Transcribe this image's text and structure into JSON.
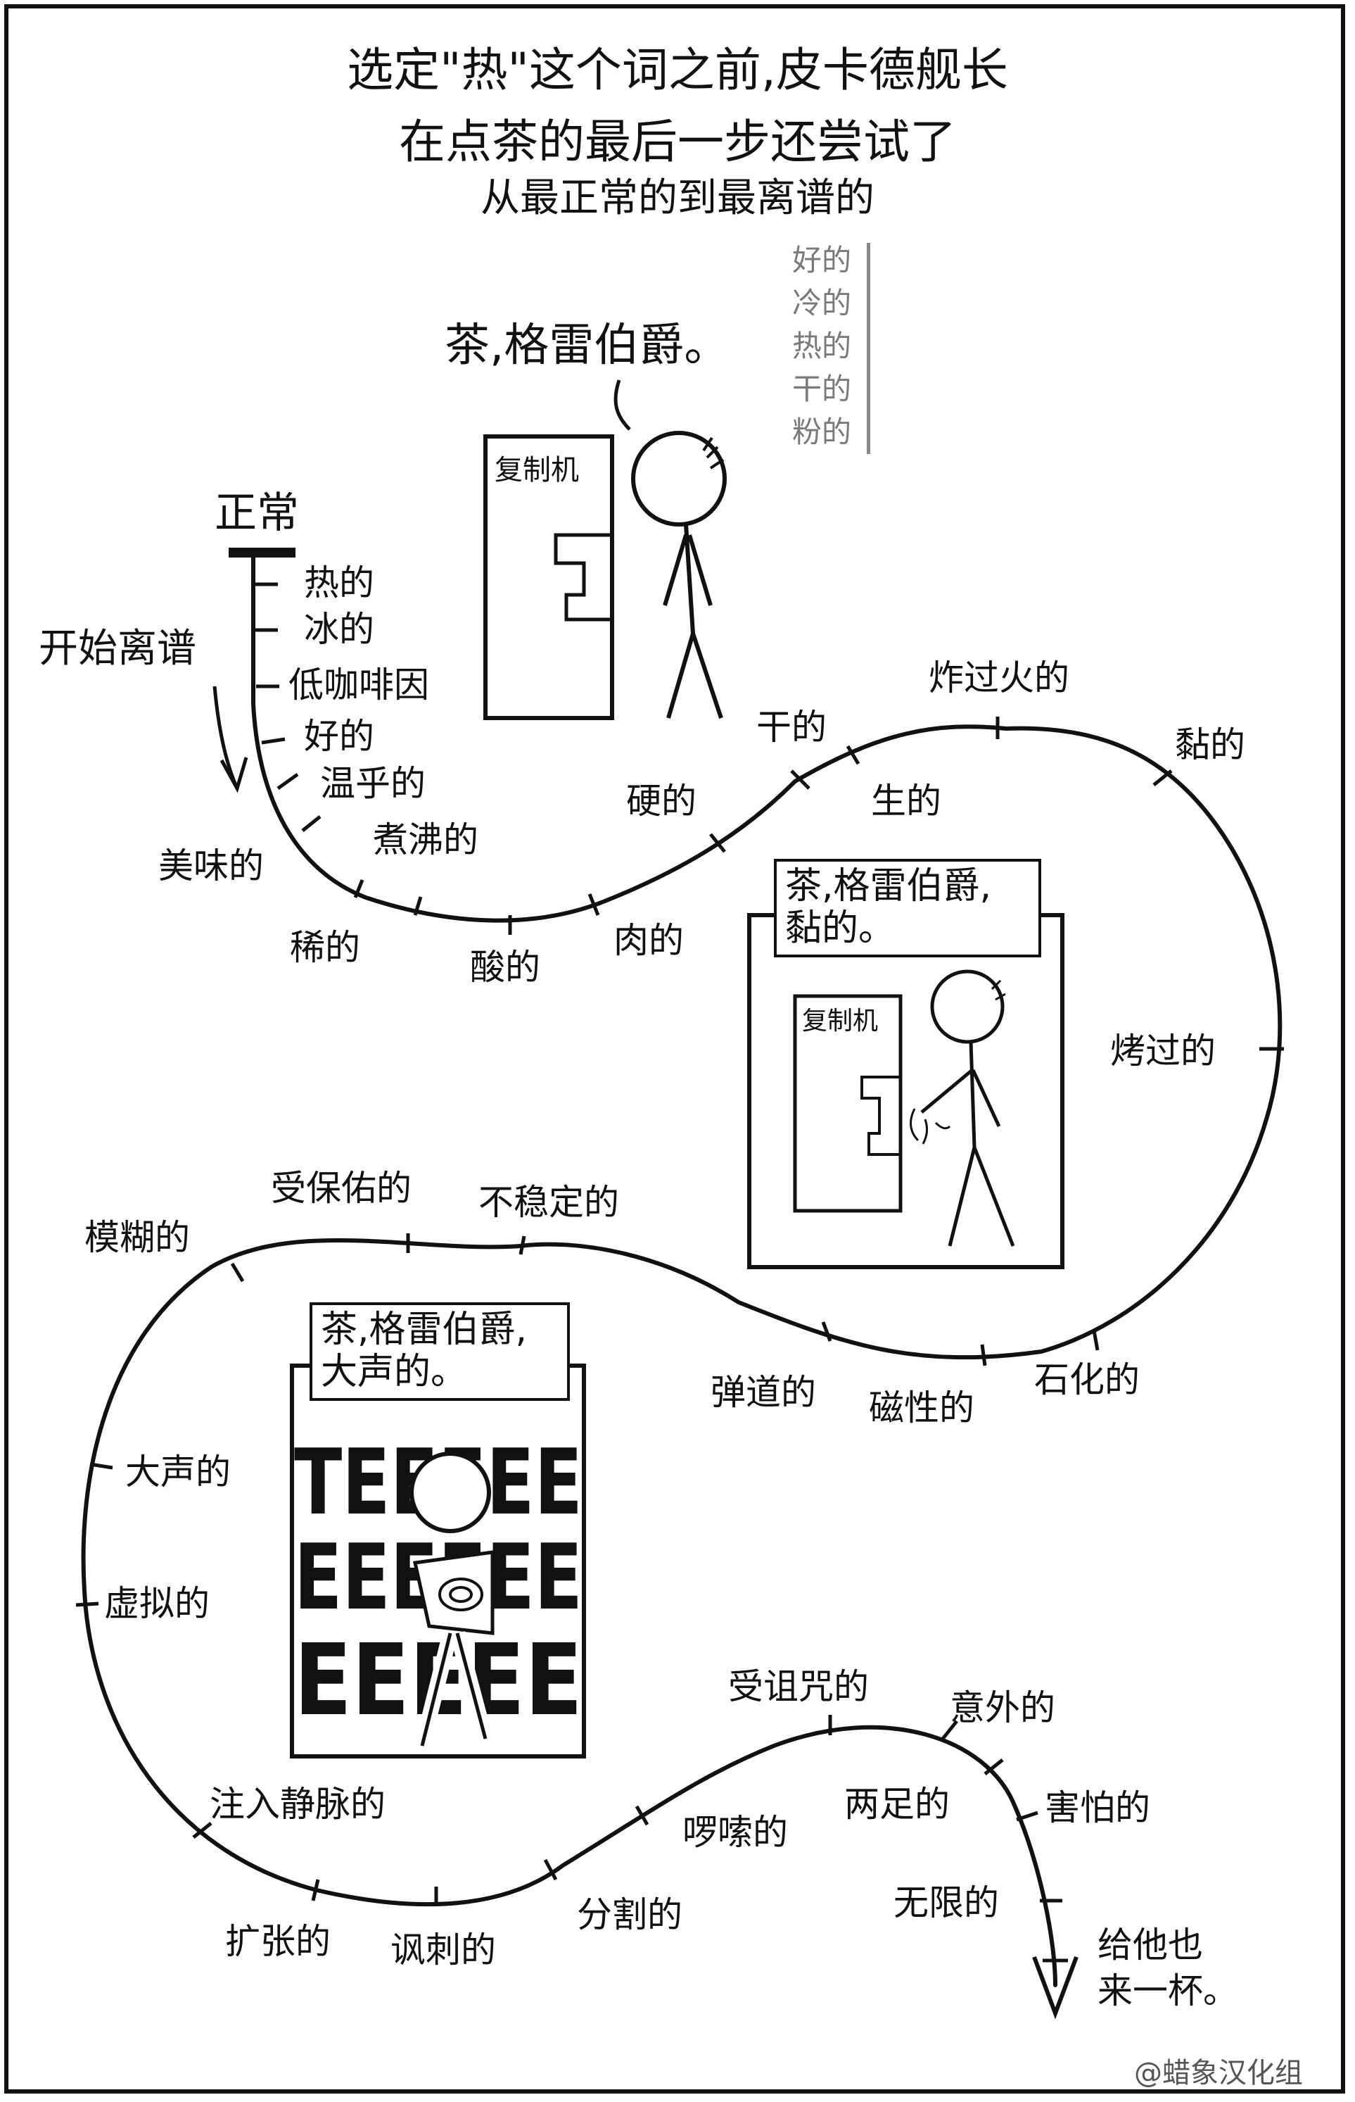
{
  "title": {
    "line1": "选定\"热\"这个词之前,皮卡德舰长",
    "line2": "在点茶的最后一步还尝试了",
    "subtitle": "从最正常的到最离谱的"
  },
  "speech": {
    "order": "茶,格雷伯爵。"
  },
  "alternatives": [
    "好的",
    "冷的",
    "热的",
    "干的",
    "粉的"
  ],
  "machine_label": "复制机",
  "axis": {
    "start": "正常",
    "direction_label": "开始离谱",
    "end_line1": "给他也",
    "end_line2": "来一杯。"
  },
  "labels": [
    "热的",
    "冰的",
    "低咖啡因",
    "好的",
    "温乎的",
    "美味的",
    "煮沸的",
    "稀的",
    "酸的",
    "肉的",
    "硬的",
    "干的",
    "生的",
    "炸过火的",
    "黏的",
    "烤过的",
    "石化的",
    "磁性的",
    "弹道的",
    "不稳定的",
    "受保佑的",
    "模糊的",
    "大声的",
    "虚拟的",
    "注入静脉的",
    "扩张的",
    "讽刺的",
    "分割的",
    "啰嗦的",
    "受诅咒的",
    "两足的",
    "意外的",
    "害怕的",
    "无限的"
  ],
  "panel_sticky": {
    "caption_line1": "茶,格雷伯爵,",
    "caption_line2": "黏的。",
    "machine_label": "复制机"
  },
  "panel_loud": {
    "caption_line1": "茶,格雷伯爵,",
    "caption_line2": "大声的。",
    "noise": [
      "TEEEEE",
      "EEEEEE",
      "EEEEE"
    ]
  },
  "credit": "@蜡象汉化组"
}
